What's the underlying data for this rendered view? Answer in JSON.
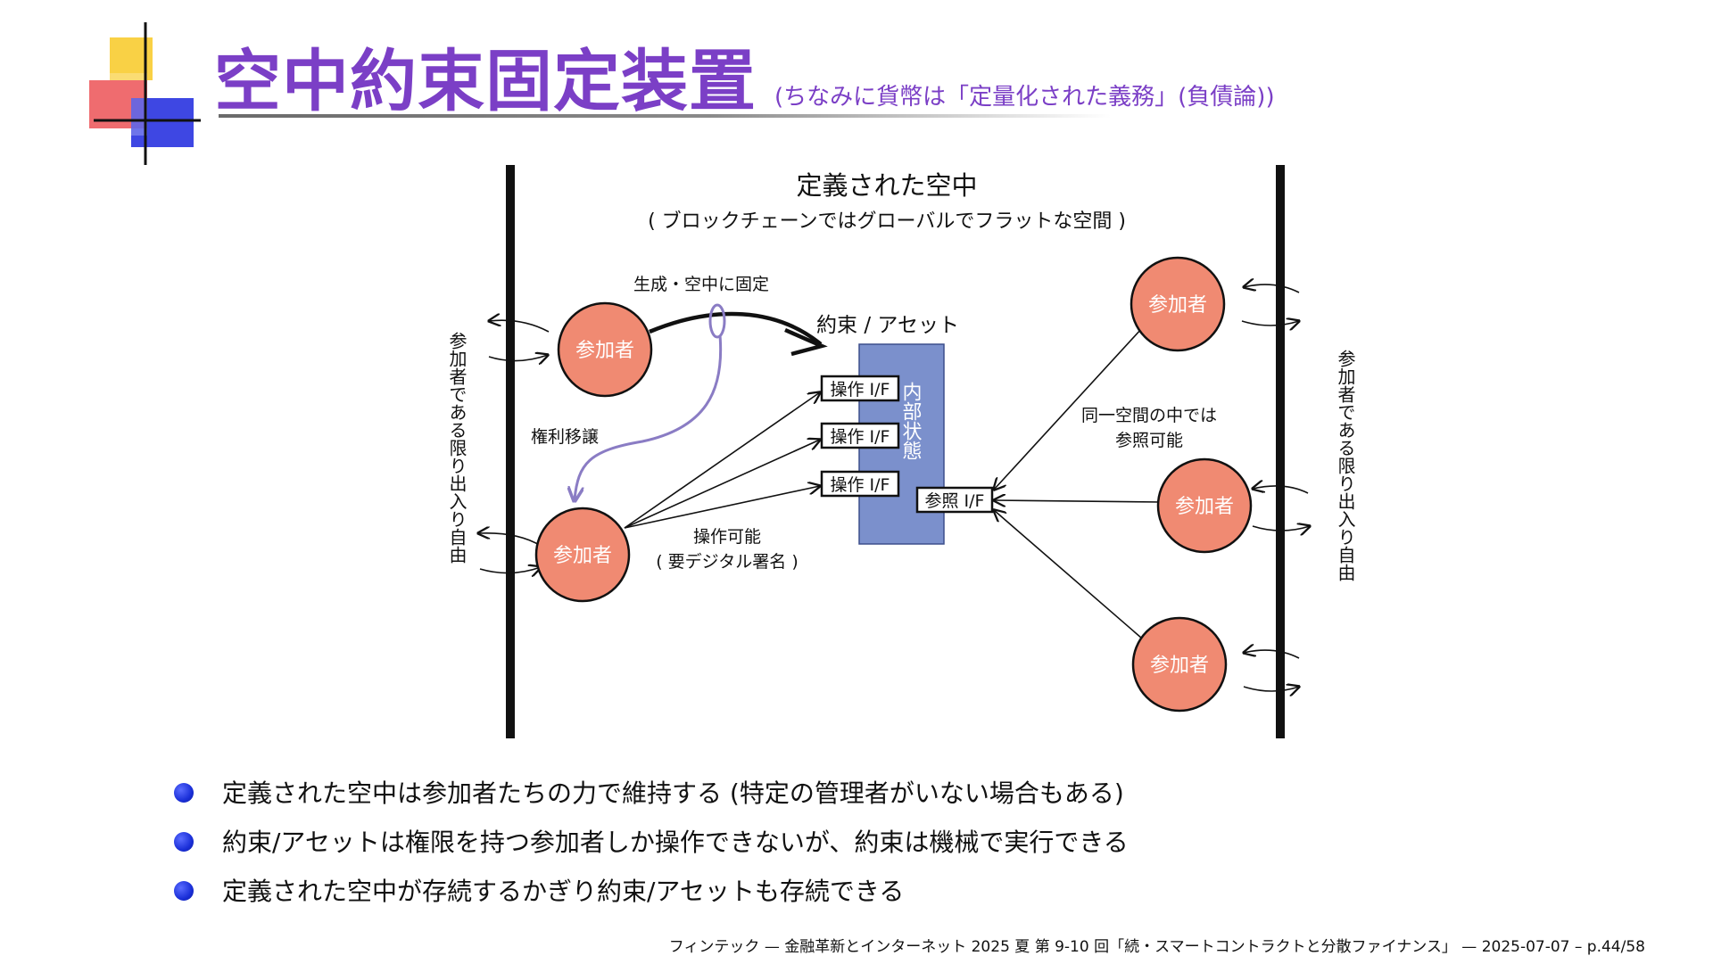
{
  "slide": {
    "title": "空中約束固定装置",
    "subtitle": "(ちなみに貨幣は「定量化された義務」(負債論))"
  },
  "diagram": {
    "space_title": "定義された空中",
    "space_subtitle": "( ブロックチェーンではグローバルでフラットな空間 )",
    "left_side_label": "参加者である限り出入り自由",
    "right_side_label": "参加者である限り出入り自由",
    "participant_label": "参加者",
    "fix_label": "生成・空中に固定",
    "transfer_label": "権利移譲",
    "asset_label": "約束 / アセット",
    "internal_state_label": "内部状態",
    "operate_if_label": "操作 I/F",
    "reference_if_label": "参照 I/F",
    "operable_label": "操作可能",
    "signature_label": "( 要デジタル署名 )",
    "same_space_line1": "同一空間の中では",
    "same_space_line2": "参照可能"
  },
  "bullets": [
    "定義された空中は参加者たちの力で維持する (特定の管理者がいない場合もある)",
    "約束/アセットは権限を持つ参加者しか操作できないが、約束は機械で実行できる",
    "定義された空中が存続するかぎり約束/アセットも存続できる"
  ],
  "footer": "フィンテック — 金融革新とインターネット 2025 夏 第 9-10 回「続・スマートコントラクトと分散ファイナンス」 — 2025-07-07 – p.44/58",
  "colors": {
    "title": "#7b3fc6",
    "participant_fill": "#f08a72",
    "asset_fill": "#7b90cc",
    "transfer_arrow": "#8a7cc4",
    "bullet": "#1a2fd8"
  }
}
